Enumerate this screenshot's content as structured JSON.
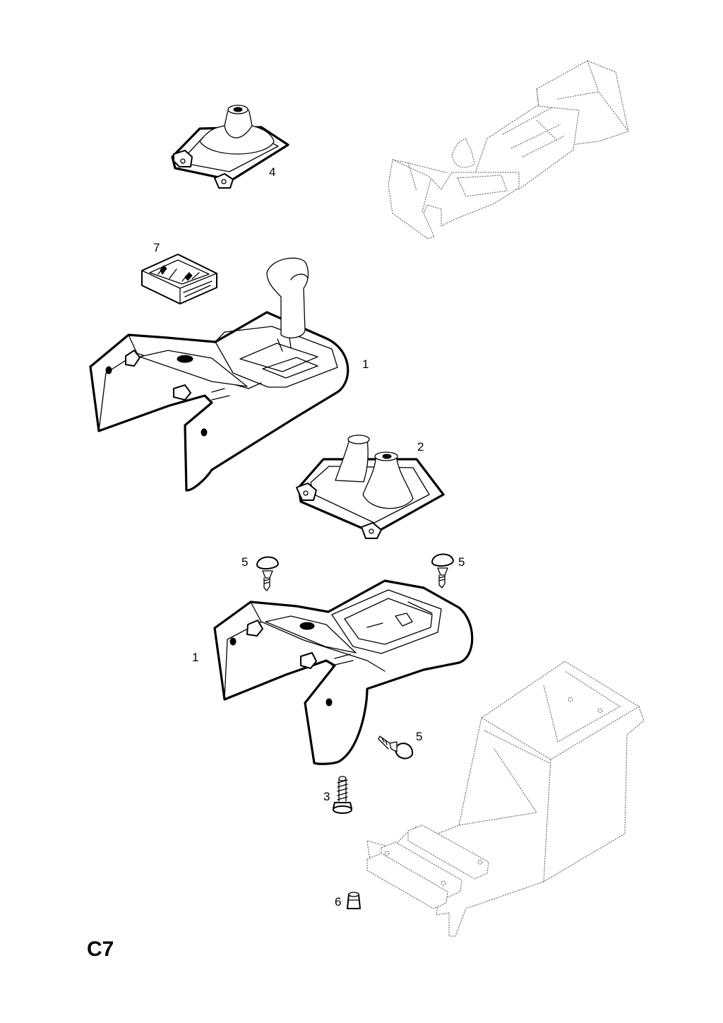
{
  "page_code": "C7",
  "callouts": {
    "item_4": "4",
    "item_7": "7",
    "item_1_upper": "1",
    "item_2": "2",
    "item_5_left": "5",
    "item_5_right": "5",
    "item_1_lower": "1",
    "item_5_bottom": "5",
    "item_3": "3",
    "item_6": "6"
  }
}
